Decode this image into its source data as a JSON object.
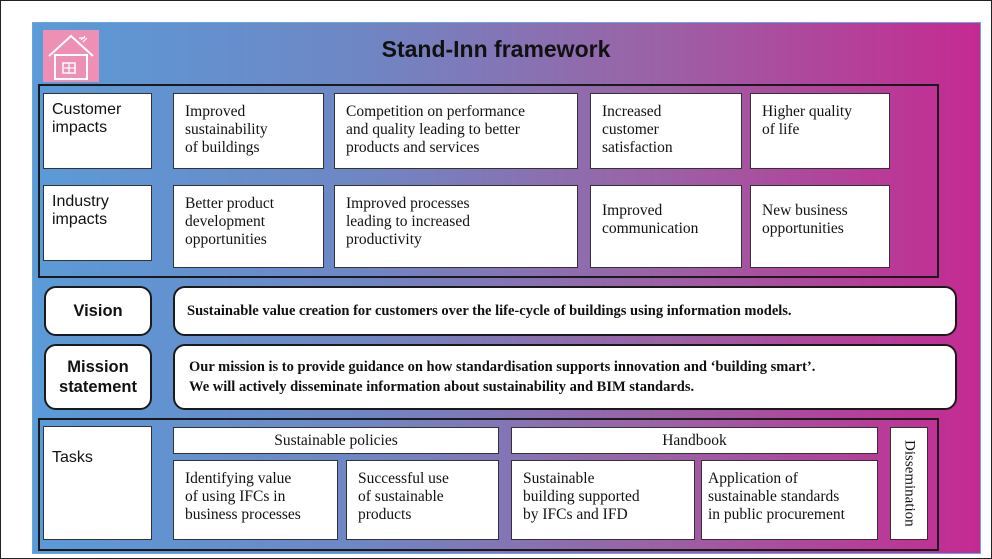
{
  "title": "Stand-Inn framework",
  "logo_icon": "house-icon",
  "customer_impacts": {
    "label": "Customer\nimpacts",
    "items": [
      "Improved\nsustainability\nof buildings",
      "Competition on performance\nand quality leading to better\nproducts and services",
      "Increased\ncustomer\nsatisfaction",
      "Higher quality\nof life"
    ]
  },
  "industry_impacts": {
    "label": "Industry\nimpacts",
    "items": [
      "Better product\ndevelopment\nopportunities",
      "Improved processes\nleading to increased\nproductivity",
      "Improved\ncommunication",
      "New business\nopportunities"
    ]
  },
  "vision": {
    "label": "Vision",
    "text": "Sustainable value creation for customers over the life-cycle of buildings using information models."
  },
  "mission": {
    "label": "Mission\nstatement",
    "text": "Our mission is to provide guidance on how standardisation supports innovation and ‘building smart’.\nWe will actively disseminate information about sustainability and BIM standards."
  },
  "tasks": {
    "label": "Tasks",
    "sustainable_policies": "Sustainable policies",
    "handbook": "Handbook",
    "dissemination": "Dissemination",
    "items": [
      "Identifying value\nof using IFCs in\nbusiness processes",
      "Successful use\nof sustainable\nproducts",
      "Sustainable\nbuilding supported\nby IFCs and IFD",
      "Application of\nsustainable standards\nin public procurement"
    ]
  }
}
